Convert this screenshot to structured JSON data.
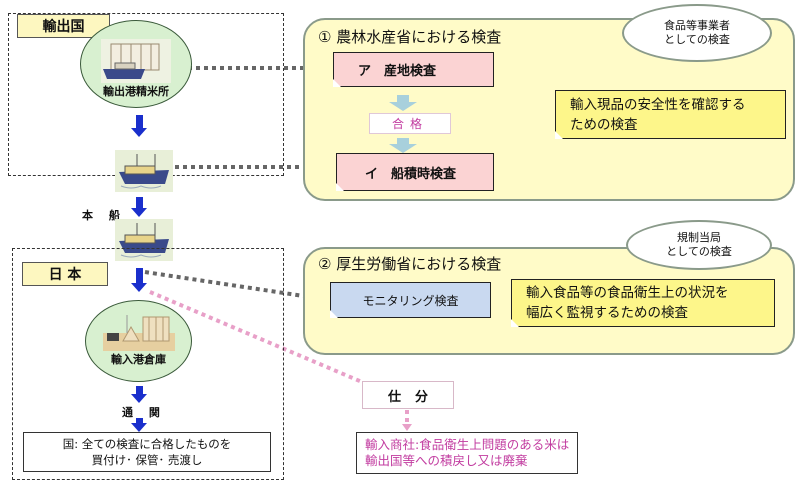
{
  "regions": {
    "export_country": {
      "label": "輸出国"
    },
    "japan": {
      "label": "日 本"
    }
  },
  "facilities": {
    "export_mill": {
      "label": "輸出港精米所",
      "icon": "rice-mill-icon"
    },
    "import_warehouse": {
      "label": "輸入港倉庫",
      "icon": "warehouse-icon"
    }
  },
  "ships": {
    "loading_ship_icon": "cargo-ship-icon",
    "main_ship_label": "本 船"
  },
  "customs_label": "通 関",
  "final_box": {
    "line1": "国: 全ての検査に合格したものを",
    "line2": "買付け･ 保管･ 売渡し"
  },
  "panel1": {
    "title": "① 農林水産省における検査",
    "bubble": {
      "line1": "食品等事業者",
      "line2": "としての検査"
    },
    "step_a": "ア　産地検査",
    "pass_label": "合格",
    "step_b": "イ　船積時検査",
    "note": {
      "line1": "輸入現品の安全性を確認する",
      "line2": "ための検査"
    }
  },
  "panel2": {
    "title": "② 厚生労働省における検査",
    "bubble": {
      "line1": "規制当局",
      "line2": "としての検査"
    },
    "monitoring": "モニタリング検査",
    "note": {
      "line1": "輸入食品等の食品衛生上の状況を",
      "line2": "幅広く監視するための検査"
    }
  },
  "sorting": {
    "label": "仕分",
    "result": {
      "line1": "輸入商社:食品衛生上問題のある米は",
      "line2": "輸出国等への積戻し又は廃棄"
    }
  },
  "colors": {
    "flow_arrow": "#1a2fcc",
    "panel_bg": "#fffbc8",
    "pink_note": "#fbd3d3",
    "blue_note": "#c9d9f0",
    "yellow_note": "#fdf68a",
    "pink_text": "#c23ca0"
  }
}
